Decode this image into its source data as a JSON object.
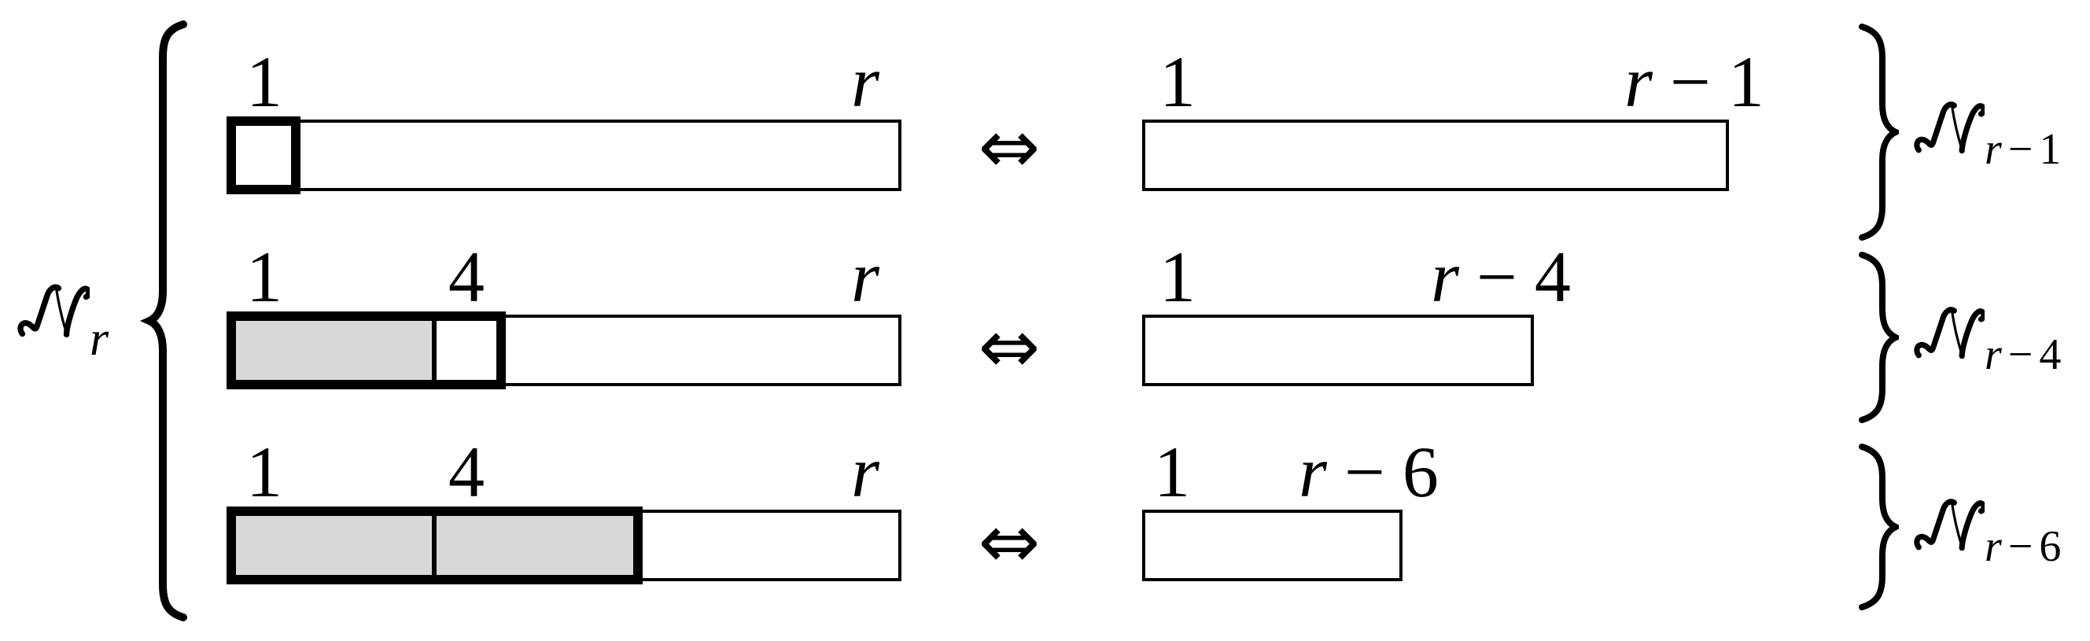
{
  "figure": {
    "arrow": "⇔",
    "set_symbol": "𝒩",
    "colors": {
      "shaded_cell": "#d8d8d8",
      "line": "#000000",
      "background": "#ffffff"
    }
  },
  "left": {
    "set_label": {
      "symbol": "𝒩",
      "sub_var": "r"
    }
  },
  "rows": [
    {
      "left_bar": {
        "label_start": "1",
        "label_end": "r",
        "cells": [
          {
            "pos": "1",
            "fill": "white",
            "outline": "thick"
          }
        ]
      },
      "arrow": "⇔",
      "right_bar": {
        "label_start": "1",
        "label_end": {
          "var": "r",
          "op": "−",
          "num": "1"
        }
      },
      "result": {
        "symbol": "𝒩",
        "sub": {
          "var": "r",
          "op": "−",
          "num": "1"
        }
      }
    },
    {
      "left_bar": {
        "label_start": "1",
        "label_mid": "4",
        "label_end": "r",
        "cells": [
          {
            "pos": "1-3",
            "fill": "gray"
          },
          {
            "pos": "4",
            "fill": "white",
            "outline": "thick"
          }
        ]
      },
      "arrow": "⇔",
      "right_bar": {
        "label_start": "1",
        "label_end": {
          "var": "r",
          "op": "−",
          "num": "4"
        }
      },
      "result": {
        "symbol": "𝒩",
        "sub": {
          "var": "r",
          "op": "−",
          "num": "4"
        }
      }
    },
    {
      "left_bar": {
        "label_start": "1",
        "label_mid": "4",
        "label_end": "r",
        "cells": [
          {
            "pos": "1-3",
            "fill": "gray"
          },
          {
            "pos": "4-6",
            "fill": "gray"
          }
        ]
      },
      "arrow": "⇔",
      "right_bar": {
        "label_start": "1",
        "label_end": {
          "var": "r",
          "op": "−",
          "num": "6"
        }
      },
      "result": {
        "symbol": "𝒩",
        "sub": {
          "var": "r",
          "op": "−",
          "num": "6"
        }
      }
    }
  ]
}
